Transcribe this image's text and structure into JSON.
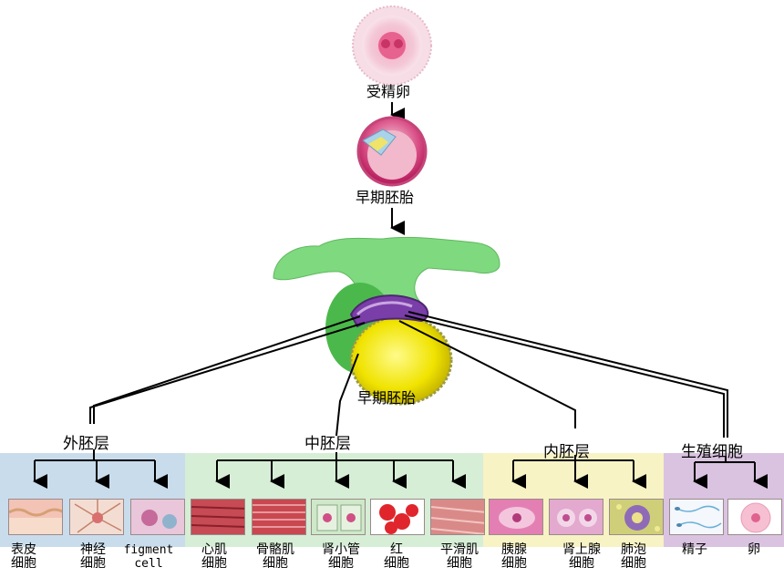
{
  "stages": {
    "zygote": "受精卵",
    "early_embryo_1": "早期胚胎",
    "early_embryo_2": "早期胚胎"
  },
  "germ_layers": {
    "ectoderm": "外胚层",
    "mesoderm": "中胚层",
    "endoderm": "内胚层",
    "germ_cells": "生殖细胞"
  },
  "cells": [
    {
      "l1": "表皮",
      "l2": "细胞"
    },
    {
      "l1": "神经",
      "l2": "细胞"
    },
    {
      "l1": "figment",
      "l2": "cell"
    },
    {
      "l1": "心肌",
      "l2": "细胞"
    },
    {
      "l1": "骨骼肌",
      "l2": "细胞"
    },
    {
      "l1": "肾小管",
      "l2": "细胞"
    },
    {
      "l1": "红",
      "l2": "细胞"
    },
    {
      "l1": "平滑肌",
      "l2": "细胞"
    },
    {
      "l1": "胰腺",
      "l2": "细胞"
    },
    {
      "l1": "肾上腺",
      "l2": "细胞"
    },
    {
      "l1": "肺泡",
      "l2": "细胞"
    },
    {
      "l1": "精子",
      "l2": ""
    },
    {
      "l1": "卵",
      "l2": ""
    }
  ],
  "colors": {
    "ectoderm_band": "#c9dcec",
    "mesoderm_band": "#d6eed6",
    "endoderm_band": "#f7f3c4",
    "germ_band": "#d9c3e0"
  }
}
